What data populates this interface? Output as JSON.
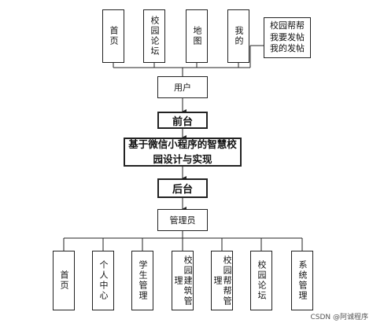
{
  "user_nodes": [
    "首页",
    "校园论坛",
    "地图",
    "我的"
  ],
  "user_note": "校园帮帮我要发帖我的发帖",
  "user": "用户",
  "frontend": "前台",
  "system": "基于微信小程序的智慧校园设计与实现",
  "backend": "后台",
  "admin": "管理员",
  "admin_nodes": [
    "首页",
    "个人中心",
    "学生管理",
    "校园建筑管理",
    "校园帮帮管理",
    "校园论坛",
    "系统管理"
  ],
  "watermark": "CSDN @阿诚程序",
  "colors": {
    "line": "#222222",
    "box_border": "#222222"
  }
}
